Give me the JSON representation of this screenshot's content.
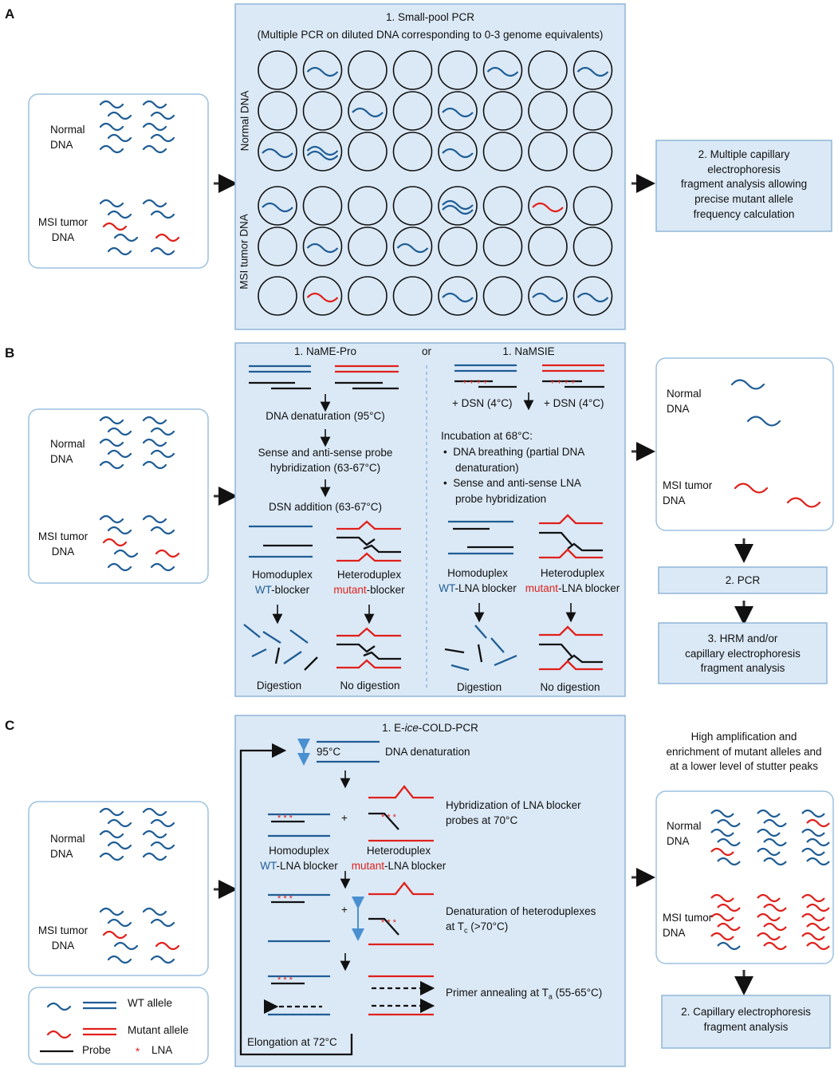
{
  "colors": {
    "wt": "#1f5d95",
    "mutant": "#e0201b",
    "box_fill": "#dbe9f6",
    "box_border": "#8fb6d9"
  },
  "labels": {
    "normal": [
      "Normal",
      "DNA"
    ],
    "msi": [
      "MSI tumor",
      "DNA"
    ]
  },
  "panelA": {
    "letter": "A",
    "title": "1. Small-pool PCR",
    "subtitle": "(Multiple PCR on diluted DNA corresponding to 0-3 genome equivalents)",
    "row_label_normal": "Normal DNA",
    "row_label_msi": "MSI tumor DNA",
    "step2": [
      "2. Multiple capillary",
      "electrophoresis",
      "fragment analysis allowing",
      "precise mutant allele",
      "frequency calculation"
    ]
  },
  "panelB": {
    "letter": "B",
    "name_pro": "1. NaME-Pro",
    "or": "or",
    "namsie": "1. NaMSIE",
    "steps_left": [
      "DNA denaturation (95°C)",
      "Sense and anti-sense probe",
      "hybridization (63-67°C)",
      "DSN addition (63-67°C)"
    ],
    "dsn": "+ DSN (4°C)",
    "incubation": "Incubation at 68°C:",
    "bullets": [
      "DNA breathing (partial DNA",
      "denaturation)",
      "Sense and anti-sense LNA",
      "probe hybridization"
    ],
    "homoduplex": "Homoduplex",
    "heteroduplex": "Heteroduplex",
    "wt": "WT",
    "mutant": "mutant",
    "blocker": "-blocker",
    "lna_blocker": "-LNA blocker",
    "digestion": "Digestion",
    "no_digestion": "No digestion",
    "step2": "2. PCR",
    "step3": [
      "3. HRM and/or",
      "capillary electrophoresis",
      "fragment analysis"
    ]
  },
  "panelC": {
    "letter": "C",
    "title_prefix": "1. E-",
    "title_italic": "ice",
    "title_suffix": "-COLD-PCR",
    "temp95": "95°C",
    "denat": "DNA denaturation",
    "hyb": [
      "Hybridization of LNA blocker",
      "probes at 70°C"
    ],
    "plus": "+",
    "homoduplex": "Homoduplex",
    "heteroduplex": "Heteroduplex",
    "wt": "WT",
    "mutant": "mutant",
    "lna_blocker": "-LNA blocker",
    "denat_het": "Denaturation of heteroduplexes",
    "at": "at T",
    "tc_sub": "c",
    "tc_val": " (>70°C)",
    "primer": "Primer annealing at T",
    "ta_sub": "a",
    "ta_val": " (55-65°C)",
    "elong": "Elongation at 72°C",
    "result": [
      "High amplification  and",
      "enrichment of mutant alleles and",
      "at a lower level of stutter peaks"
    ],
    "step2": [
      "2. Capillary electrophoresis",
      "fragment analysis"
    ]
  },
  "legend": {
    "wt": "WT allele",
    "mutant": "Mutant allele",
    "probe": "Probe",
    "lna": "LNA",
    "lna_symbol": "*"
  }
}
